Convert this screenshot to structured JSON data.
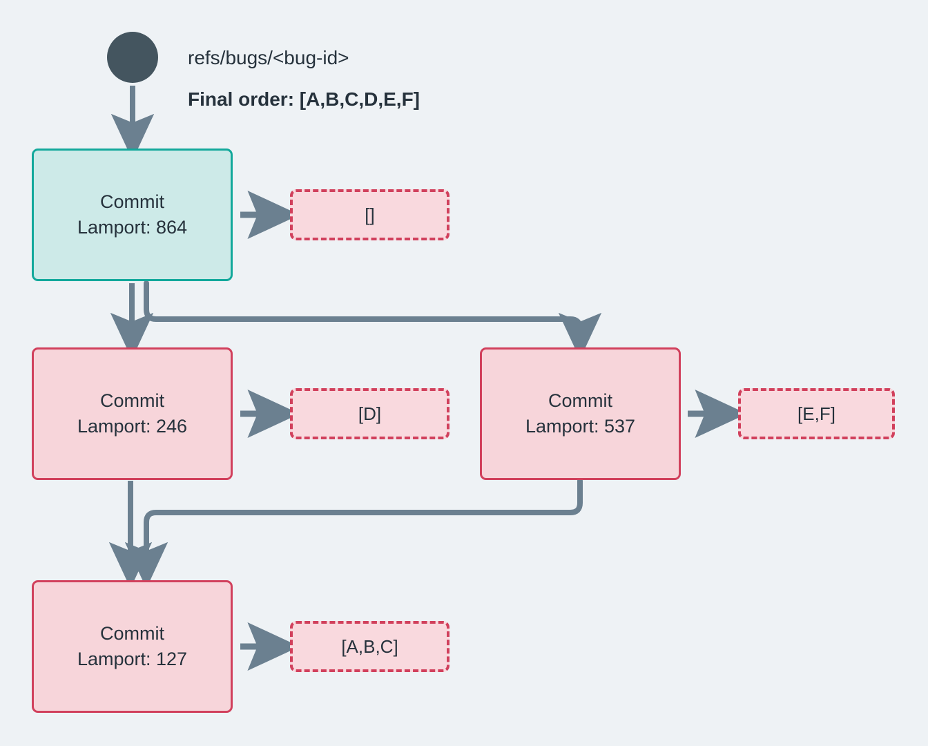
{
  "diagram": {
    "title_ref": "refs/bugs/<bug-id>",
    "final_order_label": "Final order: [A,B,C,D,E,F]",
    "background_color": "#eef2f5",
    "arrow_color": "#6b8090",
    "start_node": {
      "name": "start-dot",
      "color": "#44555f"
    },
    "commits": [
      {
        "id": "commit-864",
        "line1": "Commit",
        "line2": "Lamport: 864",
        "style": "teal",
        "fill": "#cdeae8",
        "border": "#12a89b",
        "payload": "[]",
        "payload_name": "payload-empty"
      },
      {
        "id": "commit-246",
        "line1": "Commit",
        "line2": "Lamport: 246",
        "style": "pink",
        "fill": "#f7d5da",
        "border": "#d1405c",
        "payload": "[D]",
        "payload_name": "payload-d"
      },
      {
        "id": "commit-537",
        "line1": "Commit",
        "line2": "Lamport: 537",
        "style": "pink",
        "fill": "#f7d5da",
        "border": "#d1405c",
        "payload": "[E,F]",
        "payload_name": "payload-ef"
      },
      {
        "id": "commit-127",
        "line1": "Commit",
        "line2": "Lamport: 127",
        "style": "pink",
        "fill": "#f7d5da",
        "border": "#d1405c",
        "payload": "[A,B,C]",
        "payload_name": "payload-abc"
      }
    ],
    "edges": [
      {
        "name": "edge-start-to-864",
        "from": "start-dot",
        "to": "commit-864"
      },
      {
        "name": "edge-864-to-246",
        "from": "commit-864",
        "to": "commit-246"
      },
      {
        "name": "edge-864-to-537",
        "from": "commit-864",
        "to": "commit-537"
      },
      {
        "name": "edge-246-to-127",
        "from": "commit-246",
        "to": "commit-127"
      },
      {
        "name": "edge-537-to-127",
        "from": "commit-537",
        "to": "commit-127"
      },
      {
        "name": "edge-864-to-payload",
        "from": "commit-864",
        "to": "payload-empty"
      },
      {
        "name": "edge-246-to-payload",
        "from": "commit-246",
        "to": "payload-d"
      },
      {
        "name": "edge-537-to-payload",
        "from": "commit-537",
        "to": "payload-ef"
      },
      {
        "name": "edge-127-to-payload",
        "from": "commit-127",
        "to": "payload-abc"
      }
    ]
  }
}
